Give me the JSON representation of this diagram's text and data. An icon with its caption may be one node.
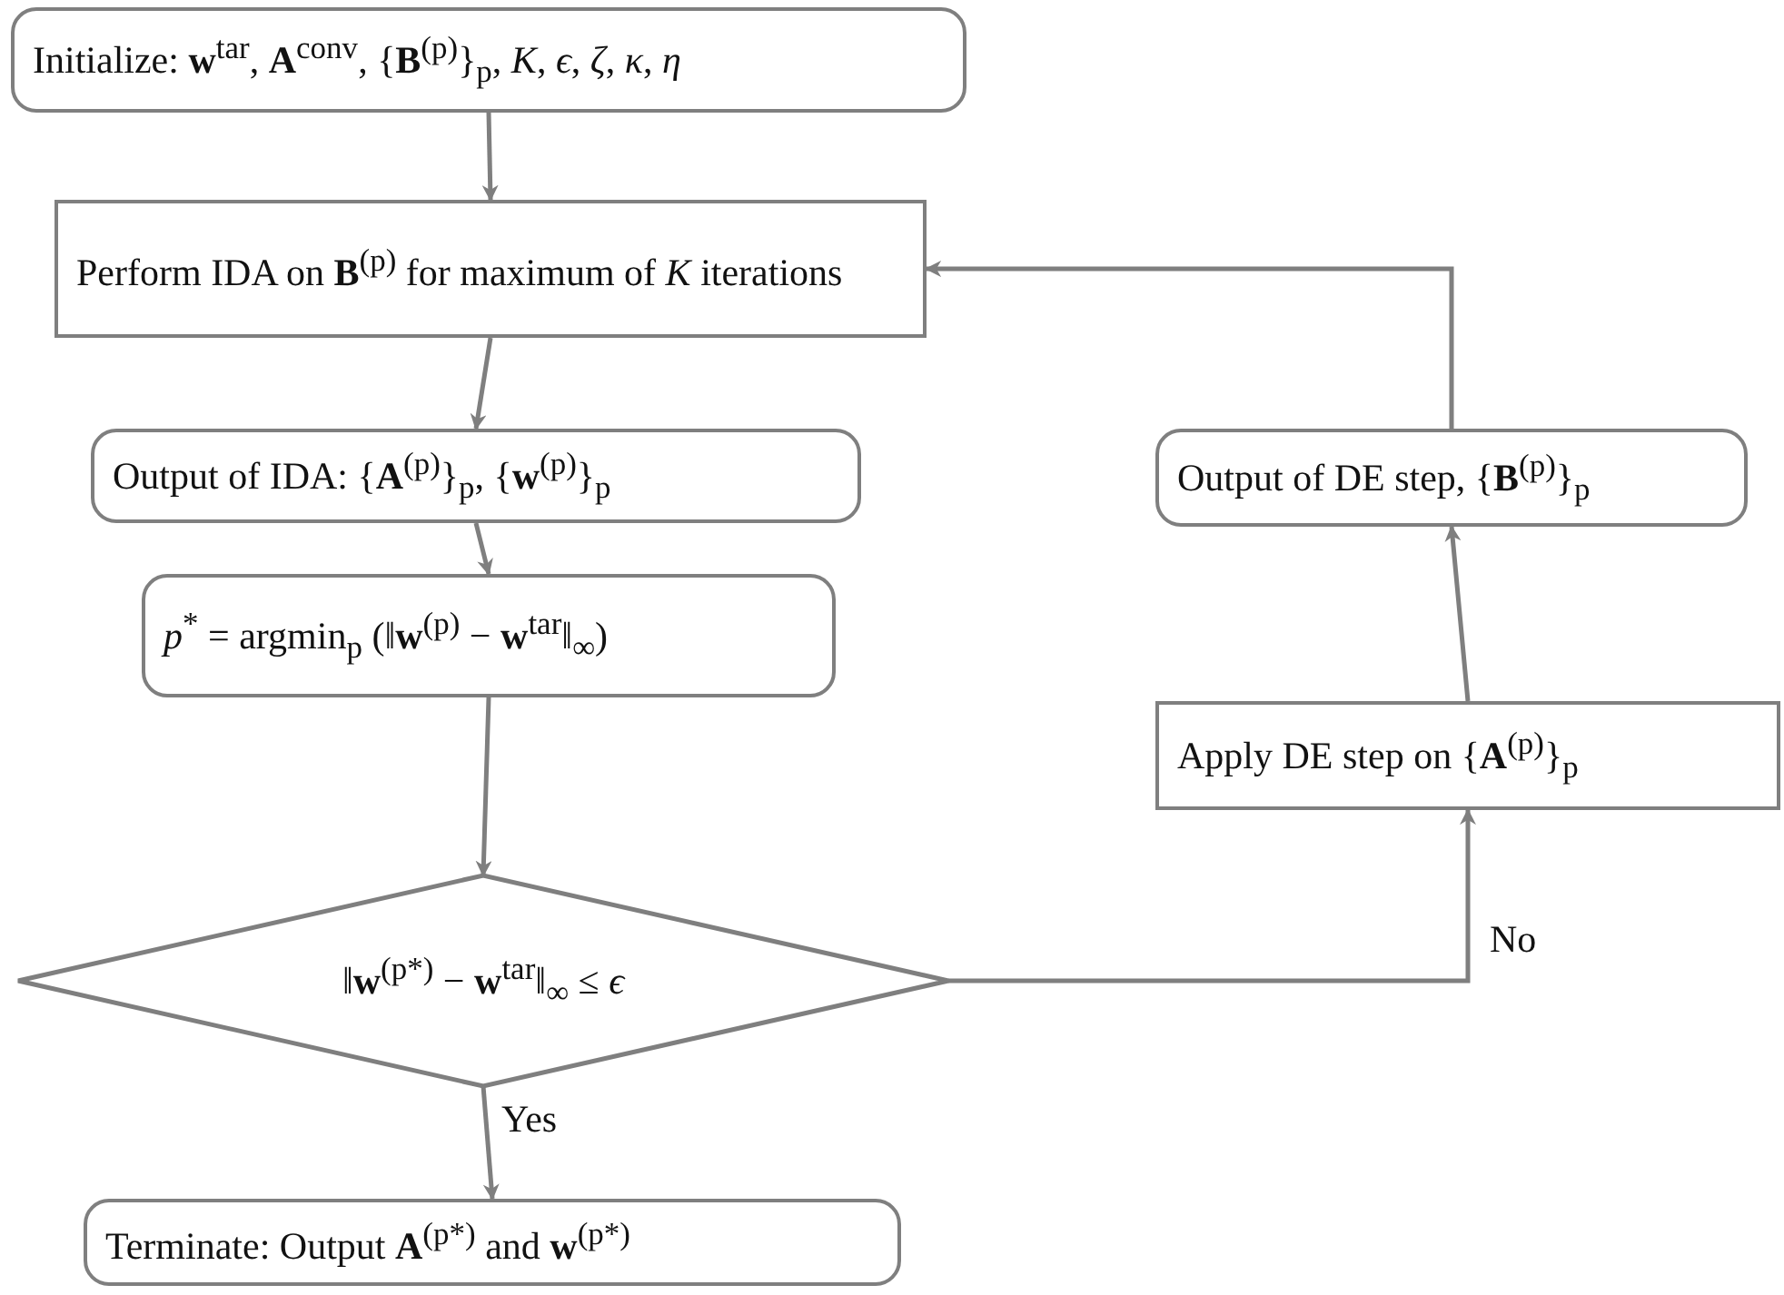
{
  "diagram": {
    "nodes": [
      {
        "text": [
          "Initialize: **w**$^{tar}$, **A**$^{conv}$, {**B**$^{(p)}$}$_{p}$, *K*, *ϵ*, *ζ*, *κ*, *η*"
        ]
      },
      {
        "text": [
          "Perform IDA on **B**$^{(p)}$ for maximum of *K* iterations"
        ]
      },
      {
        "text": [
          "Output of IDA: {**A**$^{(p)}$}$_{p}$, {**w**$^{(p)}$}$_{p}$"
        ]
      },
      {
        "text": [
          "*p*$^{*}$ = argmin$_{p}$ (‖**w**$^{(p)}$ − **w**$^{tar}$‖$_{∞}$)"
        ]
      },
      {
        "text": [
          "‖**w**$^{(p*)}$ − **w**$^{tar}$‖$_{∞}$ ≤ *ϵ*"
        ]
      },
      {
        "text": [
          "Terminate: Output **A**$^{(p*)}$ and **w**$^{(p*)}$"
        ]
      },
      {
        "text": [
          "Apply DE step on {**A**$^{(p)}$}$_{p}$"
        ]
      },
      {
        "text": [
          "Output of DE step, {**B**$^{(p)}$}$_{p}$"
        ]
      }
    ],
    "edges": [
      {
        "from": 0,
        "to": 1,
        "arrow": "to"
      },
      {
        "from": 1,
        "to": 2,
        "arrow": "to"
      },
      {
        "from": 2,
        "to": 3,
        "arrow": "to"
      },
      {
        "from": 3,
        "to": 4,
        "arrow": "to"
      },
      {
        "from": 4,
        "to": 5,
        "arrow": "to",
        "label": "Yes"
      },
      {
        "from": 4,
        "to": 6,
        "arrow": "to",
        "label": "No"
      },
      {
        "from": 6,
        "to": 7,
        "arrow": "to"
      },
      {
        "from": 7,
        "to": 1,
        "arrow": "to"
      }
    ]
  }
}
